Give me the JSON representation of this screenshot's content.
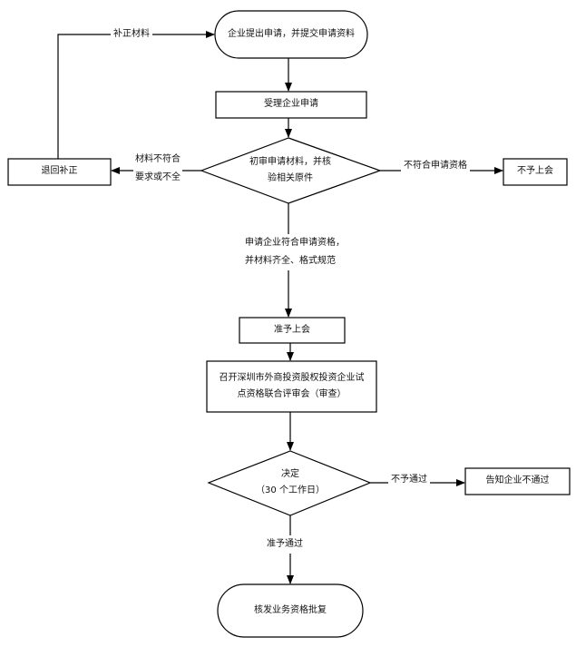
{
  "nodes": {
    "start": "企业提出申请，并提交申请资料",
    "accept": "受理企业申请",
    "review": "初审申请材料，并核\n验相关原件",
    "return": "退回补正",
    "reject1": "不予上会",
    "approve_meeting": "准予上会",
    "meeting": "召开深圳市外商投资股权投资企业试\n点资格联合评审会（审查）",
    "decision": "决定\n（30 个工作日）",
    "notify_fail": "告知企业不通过",
    "end": "核发业务资格批复"
  },
  "edges": {
    "supplement": "补正材料",
    "incomplete": "材料不符合\n要求或不全",
    "not_qualified": "不符合申请资格",
    "qualified": "申请企业符合申请资格，\n并材料齐全、格式规范",
    "not_pass": "不予通过",
    "pass": "准予通过"
  }
}
